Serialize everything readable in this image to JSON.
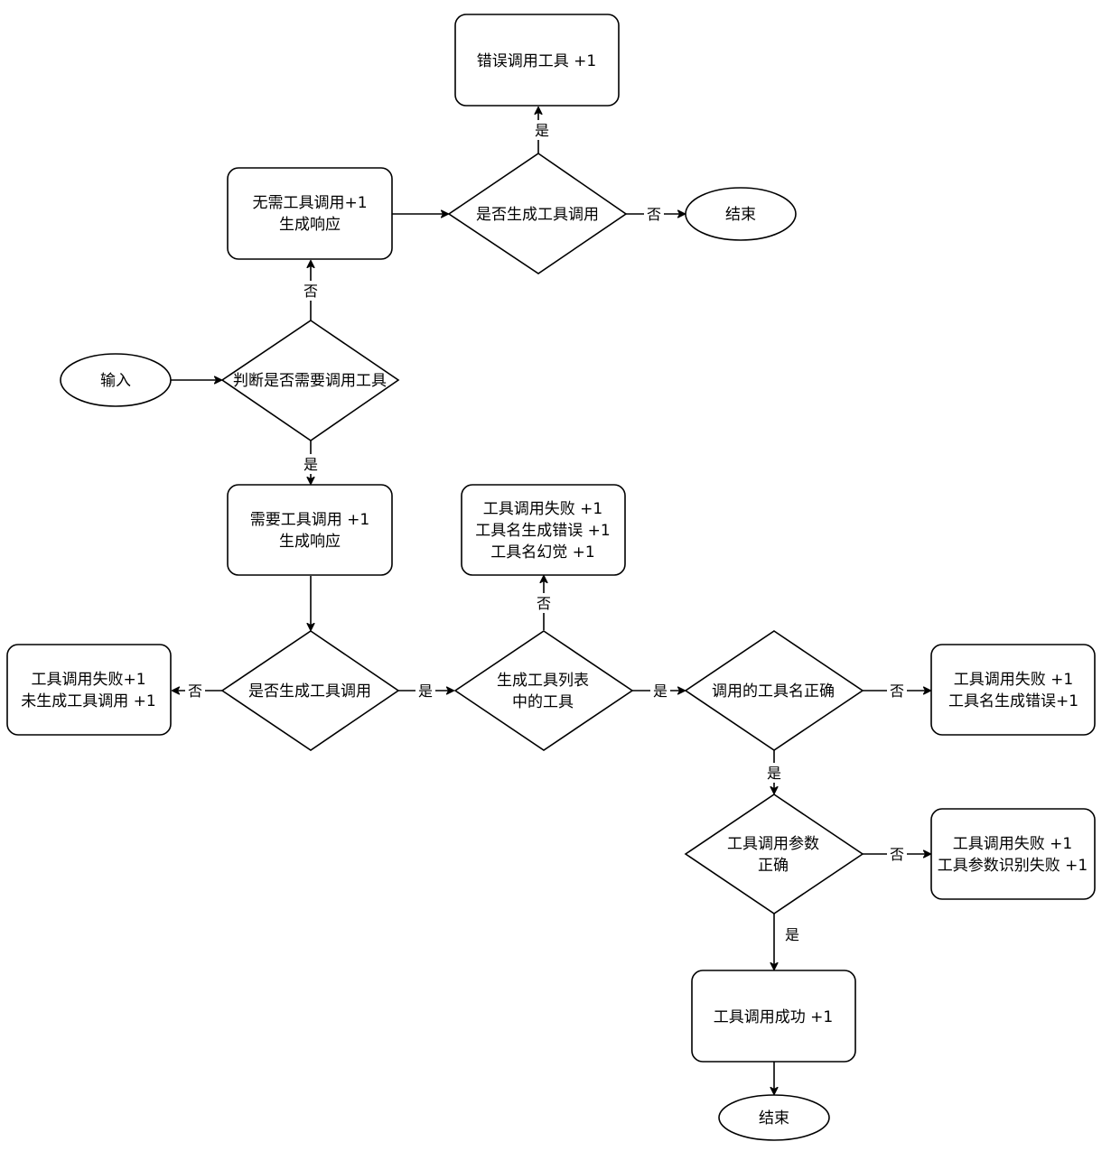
{
  "nodes": {
    "error_call": {
      "lines": [
        "错误调用工具 +1"
      ]
    },
    "no_tool_needed": {
      "lines": [
        "无需工具调用+1",
        "生成响应"
      ]
    },
    "gen_call_top": {
      "lines": [
        "是否生成工具调用"
      ]
    },
    "end_top": {
      "lines": [
        "结束"
      ]
    },
    "input": {
      "lines": [
        "输入"
      ]
    },
    "judge_need": {
      "lines": [
        "判断是否需要调用工具"
      ]
    },
    "tool_needed": {
      "lines": [
        "需要工具调用 +1",
        "生成响应"
      ]
    },
    "hallucination": {
      "lines": [
        "工具调用失败 +1",
        "工具名生成错误 +1",
        "工具名幻觉 +1"
      ]
    },
    "not_generated": {
      "lines": [
        "工具调用失败+1",
        "未生成工具调用 +1"
      ]
    },
    "gen_call_mid": {
      "lines": [
        "是否生成工具调用"
      ]
    },
    "in_tool_list": {
      "lines": [
        "生成工具列表",
        "中的工具"
      ]
    },
    "name_correct": {
      "lines": [
        "调用的工具名正确"
      ]
    },
    "name_error": {
      "lines": [
        "工具调用失败 +1",
        "工具名生成错误+1"
      ]
    },
    "params_correct": {
      "lines": [
        "工具调用参数",
        "正确"
      ]
    },
    "param_error": {
      "lines": [
        "工具调用失败 +1",
        "工具参数识别失败 +1"
      ]
    },
    "success": {
      "lines": [
        "工具调用成功 +1"
      ]
    },
    "end_bottom": {
      "lines": [
        "结束"
      ]
    }
  },
  "edge_labels": {
    "yes": "是",
    "no": "否"
  },
  "colors": {
    "stroke": "#000000",
    "fill": "#ffffff",
    "text": "#000000"
  }
}
